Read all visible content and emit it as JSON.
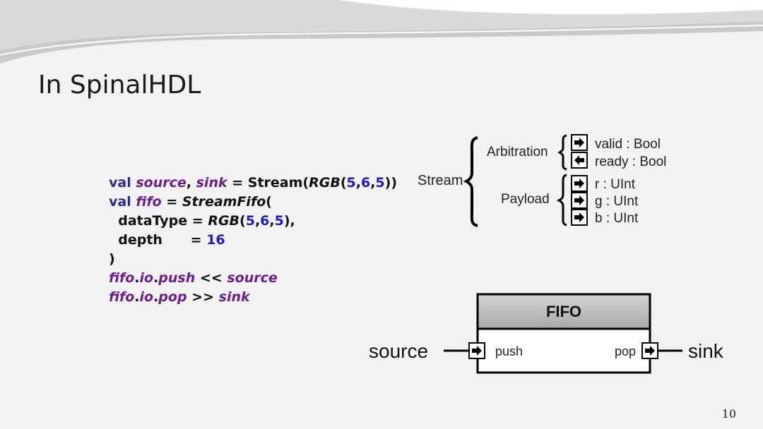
{
  "slide": {
    "title": "In SpinalHDL",
    "page_number": "10"
  },
  "code": {
    "l1_kw": "val",
    "l1_source": "source",
    "l1_comma": ",",
    "l1_sink": "sink",
    "l1_eq": "= Stream(",
    "l1_rgb": "RGB",
    "l1_p1": "(",
    "l1_n5a": "5",
    "l1_c1": ",",
    "l1_n6": "6",
    "l1_c2": ",",
    "l1_n5b": "5",
    "l1_close": "))",
    "l2_kw": "val",
    "l2_fifo": "fifo",
    "l2_eq": "=",
    "l2_sf": "StreamFifo",
    "l2_open": "(",
    "l3_dt": "dataType =",
    "l3_rgb": "RGB",
    "l3_p1": "(",
    "l3_n5a": "5",
    "l3_c1": ",",
    "l3_n6": "6",
    "l3_c2": ",",
    "l3_n5b": "5",
    "l3_close": "),",
    "l4_depth": "depth",
    "l4_eq": "=",
    "l4_num": "16",
    "l5_close": ")",
    "l6_fifo": "fifo",
    "l6_d1": ".",
    "l6_io": "io",
    "l6_d2": ".",
    "l6_push": "push",
    "l6_op": "<<",
    "l6_source": "source",
    "l7_fifo": "fifo",
    "l7_d1": ".",
    "l7_io": "io",
    "l7_d2": ".",
    "l7_pop": "pop",
    "l7_op": ">>",
    "l7_sink": "sink"
  },
  "stream_diagram": {
    "stream_label": "Stream",
    "arbitration_label": "Arbitration",
    "payload_label": "Payload",
    "signals": {
      "valid": "valid : Bool",
      "ready": "ready : Bool",
      "r": "r : UInt",
      "g": "g : UInt",
      "b": "b : UInt"
    }
  },
  "fifo_diagram": {
    "title": "FIFO",
    "push_label": "push",
    "pop_label": "pop",
    "source_label": "source",
    "sink_label": "sink"
  },
  "colors": {
    "background": "#f2f2f2",
    "keyword": "#2b2b8f",
    "identifier": "#6b1f8c",
    "number": "#1c1cc0"
  }
}
